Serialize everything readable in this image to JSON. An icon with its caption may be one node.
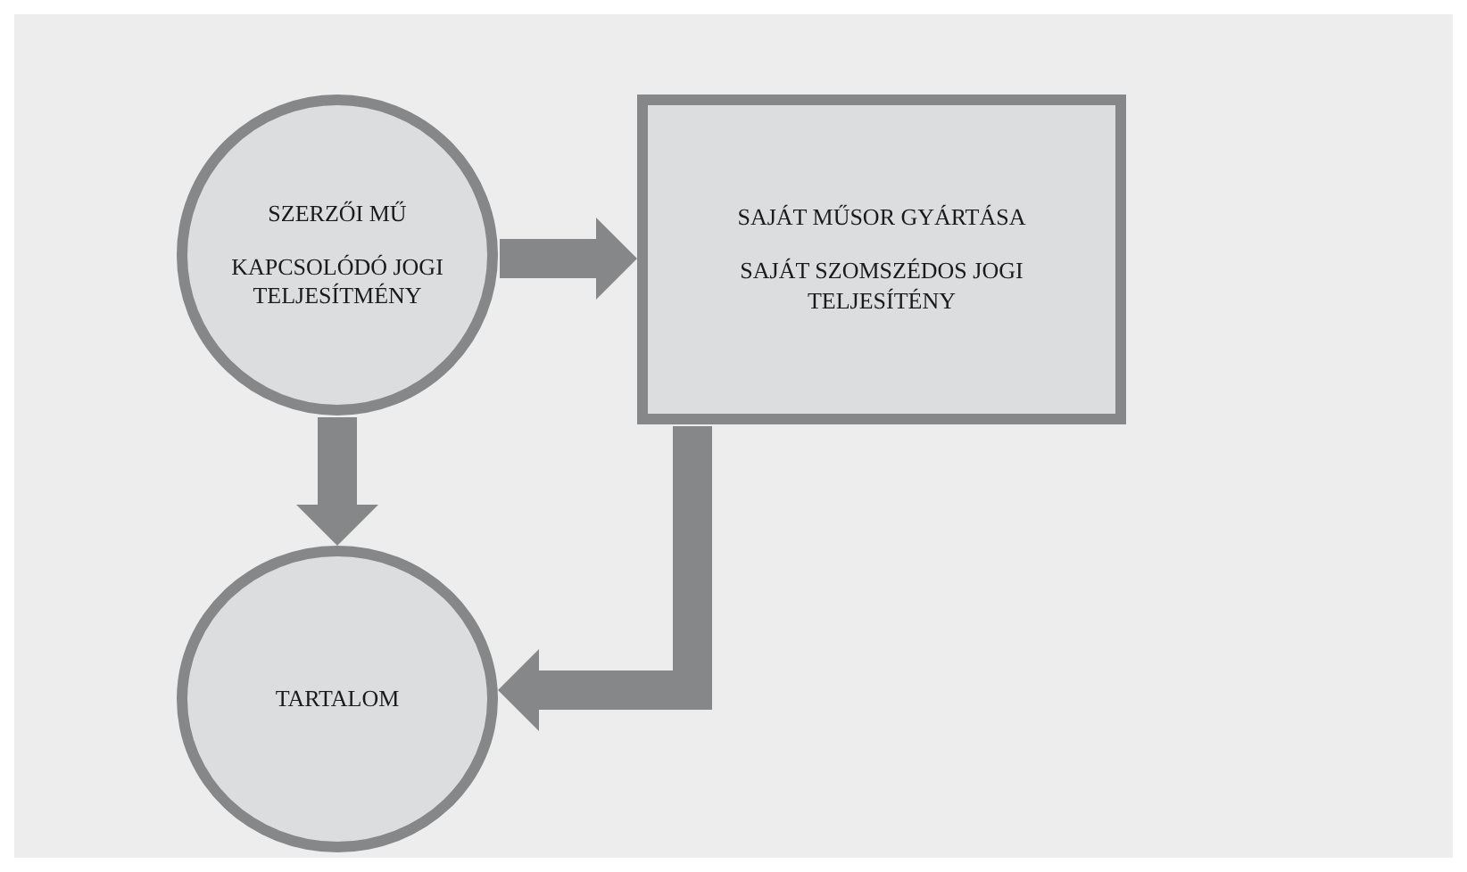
{
  "diagram": {
    "nodes": [
      {
        "text": [
          "SZERZŐI MŰ",
          "KAPCSOLÓDÓ JOGI TELJESÍTMÉNY"
        ]
      },
      {
        "text": [
          "SAJÁT MŰSOR GYÁRTÁSA",
          "SAJÁT SZOMSZÉDOS JOGI TELJESÍTÉNY"
        ]
      },
      {
        "text": [
          "TARTALOM"
        ]
      }
    ],
    "edges": [
      {
        "from": 0,
        "to": 1,
        "arrow": "to"
      },
      {
        "from": 0,
        "to": 2,
        "arrow": "to"
      },
      {
        "from": 1,
        "to": 2,
        "arrow": "to"
      }
    ]
  }
}
